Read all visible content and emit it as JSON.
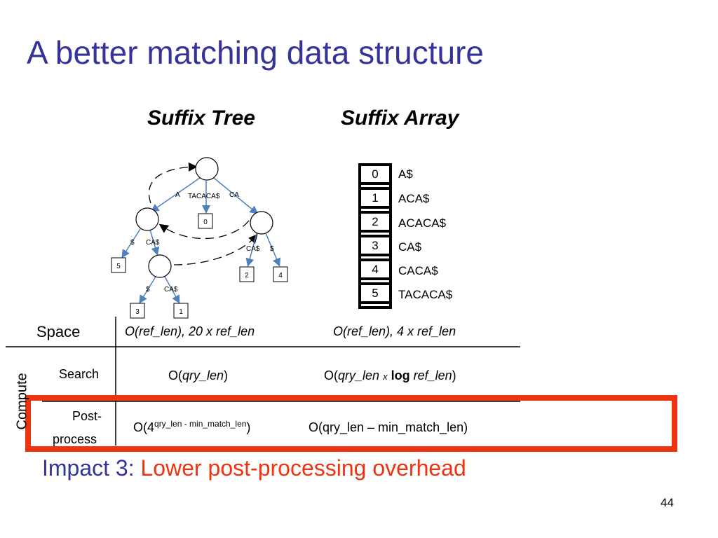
{
  "title": "A better matching data structure",
  "columns": {
    "tree": "Suffix Tree",
    "array": "Suffix Array"
  },
  "tree": {
    "edges": {
      "a": "A",
      "tacaca": "TACACA$",
      "ca": "CA",
      "l1_dollar": "$",
      "l1_ca": "CA$",
      "r_ca": "CA$",
      "r_dollar": "$",
      "l2_dollar": "$",
      "l2_ca": "CA$"
    },
    "leaves": {
      "n0": "0",
      "n5": "5",
      "n2": "2",
      "n4": "4",
      "n3": "3",
      "n1": "1"
    }
  },
  "suffix_array": [
    {
      "index": "0",
      "suffix": "A$"
    },
    {
      "index": "1",
      "suffix": "ACA$"
    },
    {
      "index": "2",
      "suffix": "ACACA$"
    },
    {
      "index": "3",
      "suffix": "CA$"
    },
    {
      "index": "4",
      "suffix": "CACA$"
    },
    {
      "index": "5",
      "suffix": "TACACA$"
    }
  ],
  "table": {
    "space_label": "Space",
    "compute_label": "Compute",
    "search_label": "Search",
    "post_label_1": "Post-",
    "post_label_2": "process",
    "space_tree": "O(ref_len), 20 x ref_len",
    "space_array": "O(ref_len), 4 x ref_len",
    "search_tree": {
      "pre": "O(",
      "var": "qry_len",
      "post": ")"
    },
    "search_array": {
      "pre": "O(",
      "var": "qry_len",
      "x": "x",
      "log": "log",
      "var2": "ref_len",
      "post": ")"
    },
    "post_tree": {
      "pre": "O(4",
      "sup": "qry_len - min_match_len",
      "post": ")"
    },
    "post_array": "O(qry_len – min_match_len)"
  },
  "impact": {
    "lead": "Impact 3:",
    "rest": "Lower post-processing overhead"
  },
  "page_number": "44",
  "colors": {
    "title": "#333399",
    "highlight": "#ee3311",
    "edge": "#4f81bd"
  }
}
